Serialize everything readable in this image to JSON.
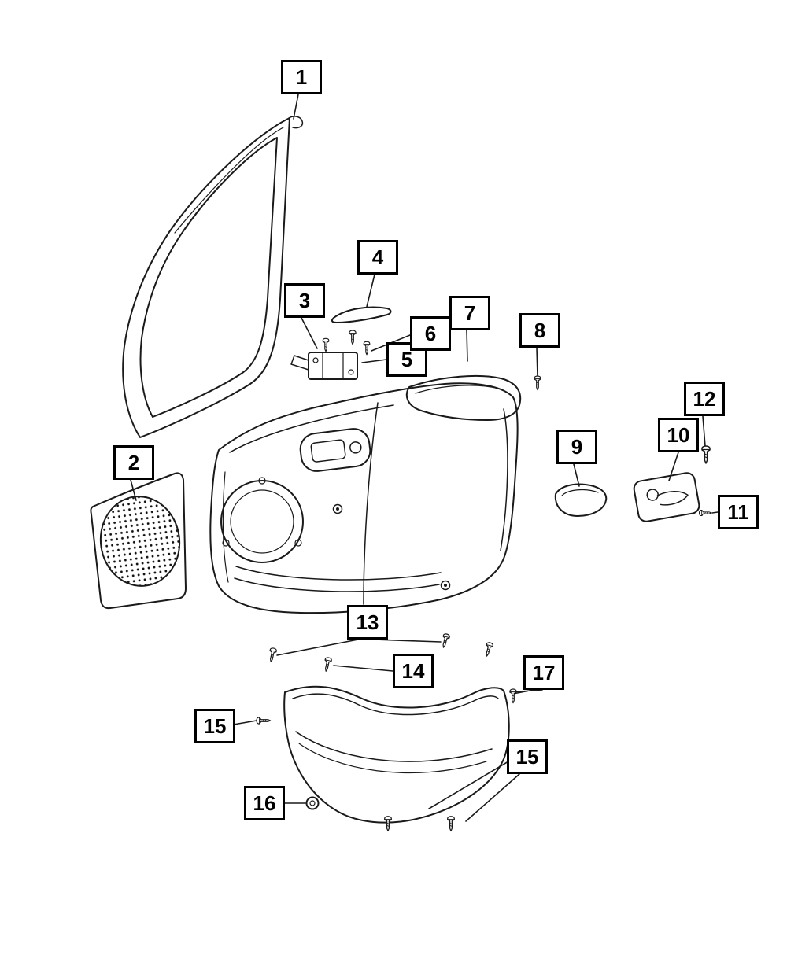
{
  "page": {
    "background": "#ffffff",
    "line_color": "#1a1a1a",
    "callout_border_color": "#000000"
  },
  "diagram": {
    "type": "exploded-parts-diagram",
    "callouts": [
      {
        "label": "1"
      },
      {
        "label": "2"
      },
      {
        "label": "3"
      },
      {
        "label": "4"
      },
      {
        "label": "5"
      },
      {
        "label": "6"
      },
      {
        "label": "7"
      },
      {
        "label": "8"
      },
      {
        "label": "9"
      },
      {
        "label": "10"
      },
      {
        "label": "11"
      },
      {
        "label": "12"
      },
      {
        "label": "13"
      },
      {
        "label": "14"
      },
      {
        "label": "15"
      },
      {
        "label": "15"
      },
      {
        "label": "16"
      },
      {
        "label": "17"
      }
    ]
  }
}
